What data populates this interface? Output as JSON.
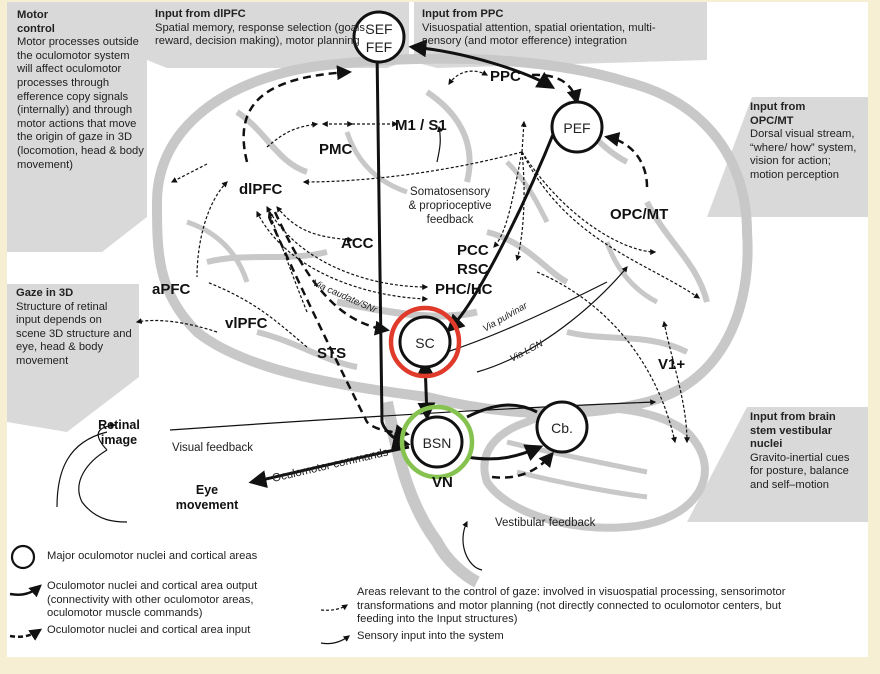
{
  "panels": {
    "motor_control": {
      "title": "Motor control",
      "body": "Motor processes outside the oculomotor system will affect oculomotor processes through efference copy signals (internally) and through motor actions that move the origin of gaze in 3D (locomotion, head & body movement)"
    },
    "input_dlpfc": {
      "title": "Input from dlPFC",
      "body": "Spatial memory, response selection (goals, reward, decision making), motor planning"
    },
    "input_ppc": {
      "title": "Input from PPC",
      "body": "Visuospatial attention, spatial orientation, multi-sensory (and motor efference) integration"
    },
    "input_opc_mt": {
      "title": "Input from OPC/MT",
      "body": "Dorsal visual stream, “where/ how” system, vision for action; motion perception"
    },
    "gaze_3d": {
      "title": "Gaze in 3D",
      "body": "Structure of retinal input depends on scene 3D structure and eye, head & body movement"
    },
    "input_brainstem": {
      "title": "Input from brain stem vestibular nuclei",
      "body": "Gravito-inertial cues for posture, balance and self–motion"
    }
  },
  "nodes": {
    "sef_fef": [
      "SEF",
      "FEF"
    ],
    "pef": "PEF",
    "sc": "SC",
    "bsn": "BSN",
    "cb": "Cb.",
    "ppc": "PPC",
    "m1s1": "M1 / S1",
    "pmc": "PMC",
    "dlpfc": "dlPFC",
    "acc": "ACC",
    "pcc": "PCC",
    "rsc": "RSC",
    "phc_hc": "PHC/HC",
    "apfc": "aPFC",
    "vlpfc": "vlPFC",
    "sts": "STS",
    "opc_mt": "OPC/MT",
    "v1": "V1+",
    "vn": "VN",
    "retinal_image": [
      "Retinal",
      "image"
    ],
    "eye_movement": [
      "Eye",
      "movement"
    ]
  },
  "annotations": {
    "somatosensory": [
      "Somatosensory",
      "& proprioceptive",
      "feedback"
    ],
    "via_caudate": "Via caudate/SNr",
    "via_pulvinar": "Via pulvinar",
    "via_lgn": "Via LGN",
    "visual_feedback": "Visual feedback",
    "oculomotor_commands": "Oculomotor commands",
    "vestibular_feedback": "Vestibular feedback"
  },
  "highlights": {
    "sc_ring_color": "#e03a2a",
    "bsn_ring_color": "#86c24f"
  },
  "legend": {
    "major_nuclei": "Major oculomotor nuclei  and cortical areas",
    "output": "Oculomotor nuclei and cortical area output (connectivity with other oculomotor areas, oculomotor muscle commands)",
    "input": "Oculomotor nuclei and cortical area input",
    "relevant_areas": "Areas relevant to the control of gaze: involved in visuospatial processing, sensorimotor transformations and motor planning (not directly connected to oculomotor centers, but feeding into the Input structures)",
    "sensory_input": "Sensory input into the system"
  },
  "colors": {
    "page_background": "#f6efd3",
    "panel_gray": "#d9d9d9",
    "brain_gray": "#c8c8c8"
  }
}
